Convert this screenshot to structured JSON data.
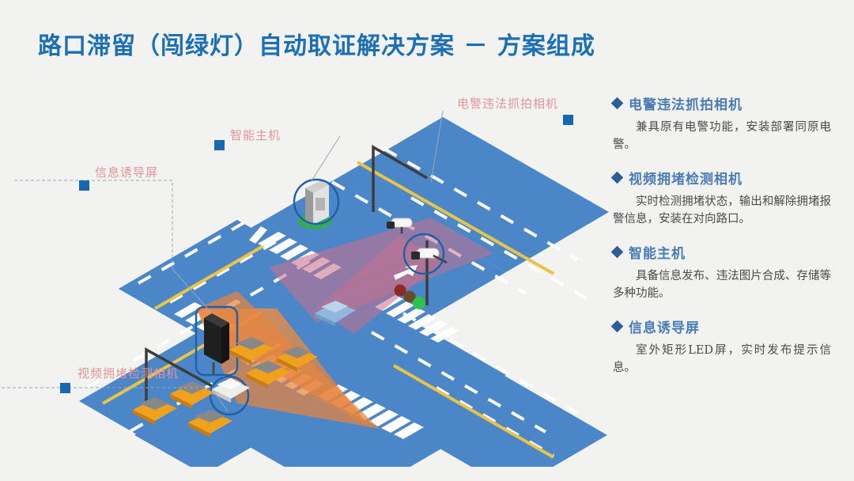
{
  "slide": {
    "title": "路口滞留（闯绿灯）自动取证解决方案 －  方案组成",
    "background_color": "#f2f2f0",
    "title_color": "#1a6fb5"
  },
  "panel": {
    "accent_color": "#2e5c9a",
    "heading_color": "#4a7cb5",
    "body_color": "#4a4a4a",
    "items": [
      {
        "bullet": "diamond-bullet-icon",
        "title": "电警违法抓拍相机",
        "body": "兼具原有电警功能，安装部署同原电警。"
      },
      {
        "bullet": "diamond-bullet-icon",
        "title": "视频拥堵检测相机",
        "body": "实时检测拥堵状态，输出和解除拥堵报警信息，安装在对向路口。"
      },
      {
        "bullet": "diamond-bullet-icon",
        "title": "智能主机",
        "body": "具备信息发布、违法图片合成、存储等多种功能。"
      },
      {
        "bullet": "diamond-bullet-icon",
        "title": "信息诱导屏",
        "body": "室外矩形LED屏，实时发布提示信息。"
      }
    ]
  },
  "diagram": {
    "type": "isometric-intersection-illustration",
    "marker_color": "#1669b0",
    "label_color": "#e2959a",
    "road_color": "#4a86c8",
    "lane_line_color": "#ffffff",
    "center_line_color": "#e8c54a",
    "highlight_pink": "#c9788f",
    "highlight_orange": "#e8924a",
    "callouts": [
      {
        "name": "电警违法抓拍相机",
        "marker": "blue-square-marker"
      },
      {
        "name": "智能主机",
        "marker": "blue-square-marker"
      },
      {
        "name": "信息诱导屏",
        "marker": "blue-square-marker"
      },
      {
        "name": "视频拥堵检测相机",
        "marker": "blue-square-marker"
      }
    ],
    "elements": {
      "traffic_light_state": "green",
      "traffic_light_colors": [
        "#8c2a2a",
        "#6b4a2a",
        "#2fc24a"
      ],
      "queued_cars_color": "#f0a11e",
      "crossing_car_color": "#8fb8dc",
      "detection_van_color": "#e8e8e4",
      "led_screen_color": "#2a2a2a",
      "cabinet_color": "#cfcfcf",
      "cabinet_base_color": "#3aa85a",
      "gantry_color": "#3d3d3d",
      "camera_color": "#f4f4f4"
    }
  }
}
